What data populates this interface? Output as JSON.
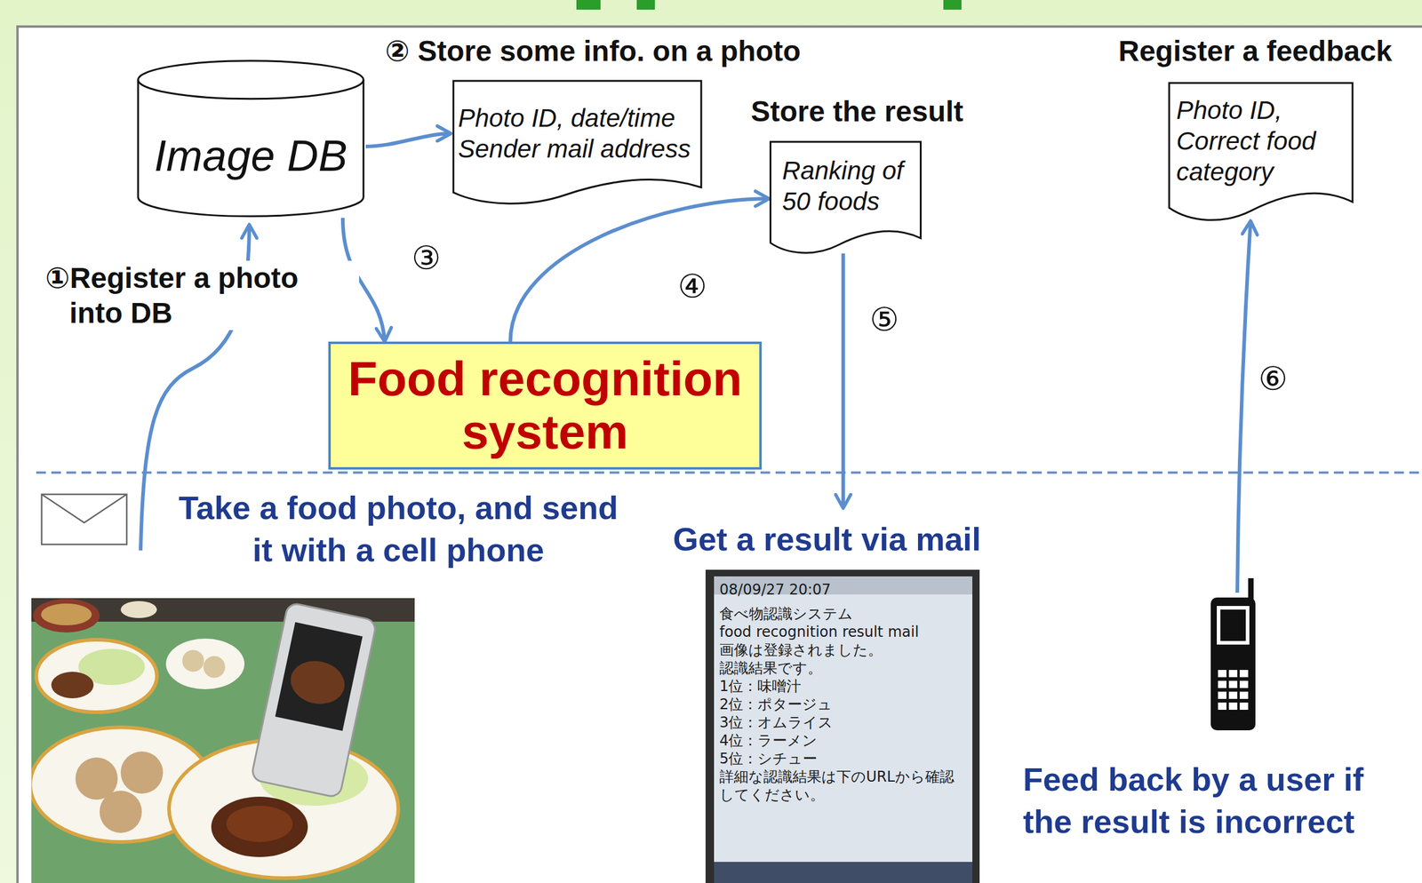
{
  "diagram": {
    "nodes": [
      {
        "text": [
          "Image DB"
        ]
      },
      {
        "text": [
          "② Store some info. on a photo",
          "Photo ID, date/time Sender mail address"
        ]
      },
      {
        "text": [
          "Store the result",
          "Ranking of 50 foods"
        ]
      },
      {
        "text": [
          "Register a feedback",
          "Photo ID, Correct food category"
        ]
      },
      {
        "text": [
          "Food recognition system"
        ]
      }
    ],
    "edges": [
      {
        "from": 0,
        "to": 1,
        "arrow": "to"
      },
      {
        "from": 0,
        "to": 4,
        "arrow": "to"
      },
      {
        "from": 4,
        "to": 2,
        "arrow": "to"
      }
    ],
    "labels": [
      "①Register a photo into DB",
      "③",
      "④",
      "⑤",
      "⑥",
      "Take a food photo, and send it with a cell phone",
      "Get a result via mail",
      "Feed back by a user if the result is incorrect",
      "08/09/27 20:07",
      "食べ物認識システム",
      "food recognition result mail",
      "画像は登録されました。",
      "認識結果です。",
      "1位：味噌汁",
      "2位：ポタージュ",
      "3位：オムライス",
      "4位：ラーメン",
      "5位：シチュー",
      "詳細な認識結果は下のURLから確認してください。"
    ]
  }
}
